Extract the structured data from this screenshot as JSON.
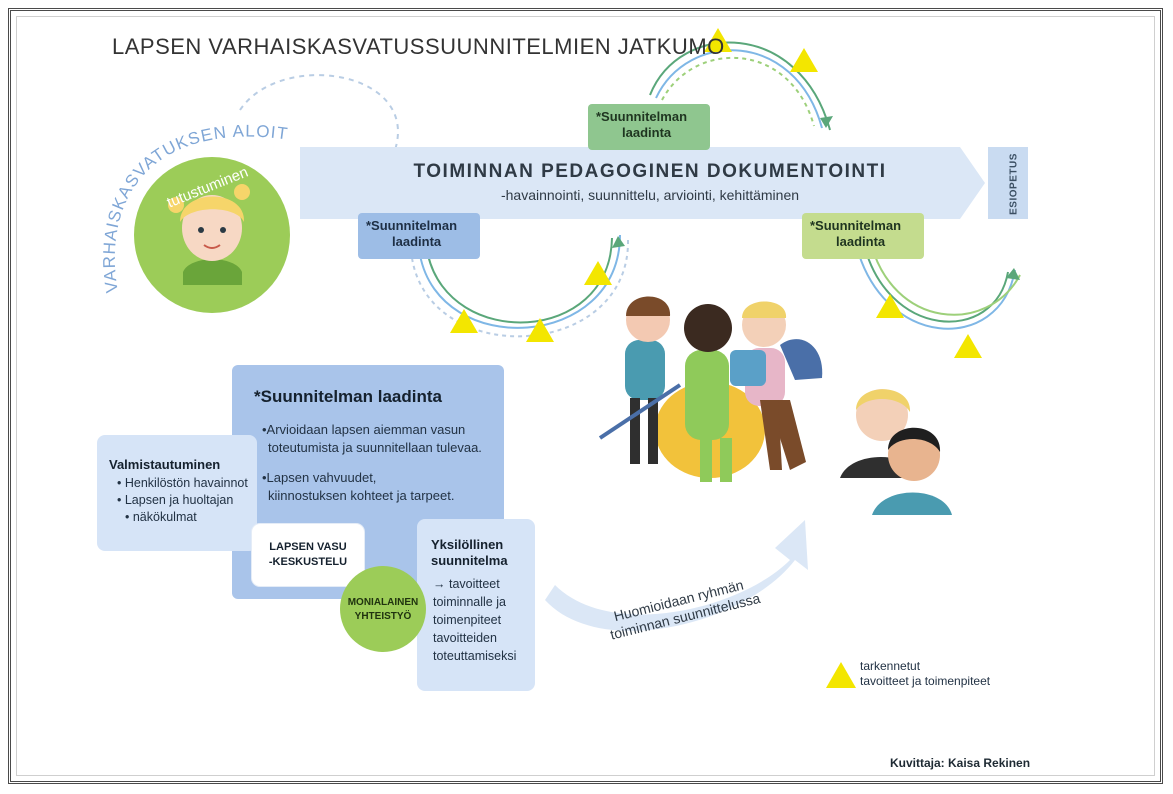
{
  "title": "LAPSEN VARHAISKASVATUSSUUNNITELMIEN JATKUMO",
  "start": {
    "arc_label": "VARHAISKASVATUKSEN ALOITUS",
    "circle_label": "tutustuminen"
  },
  "banner": {
    "title": "TOIMINNAN PEDAGOGINEN DOKUMENTOINTI",
    "subtitle": "-havainnointi, suunnittelu, arviointi, kehittäminen",
    "end_label": "ESIOPETUS"
  },
  "tags": {
    "top": [
      "*Suunnitelman",
      "laadinta"
    ],
    "left": [
      "*Suunnitelman",
      "laadinta"
    ],
    "right": [
      "*Suunnitelman",
      "laadinta"
    ]
  },
  "main_card": {
    "heading": "*Suunnitelman laadinta",
    "point1": [
      "•Arvioidaan lapsen aiemman vasun",
      "toteutumista ja suunnitellaan tulevaa."
    ],
    "point2": [
      "•Lapsen vahvuudet,",
      "kiinnostuksen kohteet ja tarpeet."
    ]
  },
  "prep_card": {
    "heading": "Valmistautuminen",
    "items": [
      "Henkilöstön havainnot",
      "Lapsen ja huoltajan",
      "näkökulmat"
    ]
  },
  "vasu_card": [
    "LAPSEN VASU",
    "-KESKUSTELU"
  ],
  "moni": [
    "MONIALAINEN",
    "YHTEISTYÖ"
  ],
  "individual_card": {
    "heading": [
      "Yksilöllinen",
      "suunnitelma"
    ],
    "body": [
      "→ tavoitteet",
      "toiminnalle ja",
      "toimenpiteet",
      "tavoitteiden",
      "toteuttamiseksi"
    ]
  },
  "group_arrow": [
    "Huomioidaan ryhmän",
    "toiminnan suunnittelussa"
  ],
  "legend": [
    "tarkennetut",
    "tavoitteet ja toimenpiteet"
  ],
  "credit": "Kuvittaja: Kaisa Rekinen",
  "colors": {
    "banner": "#dbe7f6",
    "tag_green": "#8fc68f",
    "tag_blue": "#9dbde6",
    "tag_lime": "#c4dc8e",
    "triangle": "#f3e600",
    "circle": "#9ccc58",
    "card": "#a9c4ea"
  }
}
